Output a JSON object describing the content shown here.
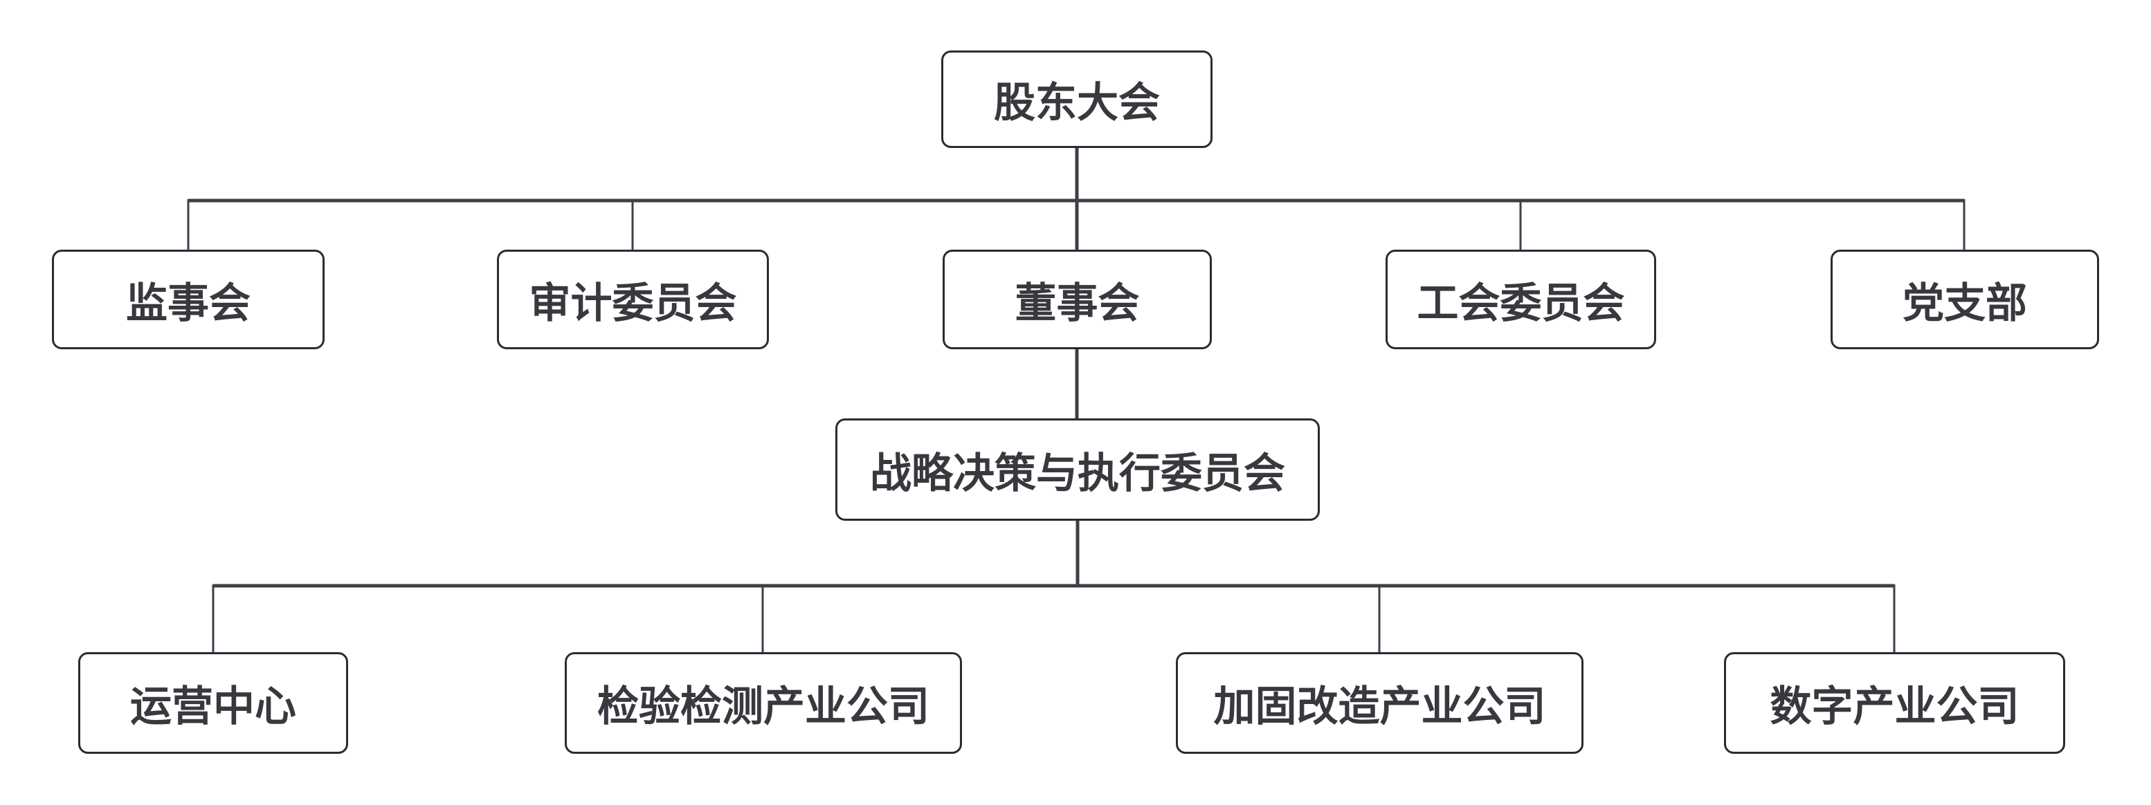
{
  "diagram": {
    "type": "organization-chart",
    "nodes": {
      "shareholders_meeting": {
        "label": "股东大会",
        "level": 1
      },
      "supervisory_board": {
        "label": "监事会",
        "level": 2
      },
      "audit_committee": {
        "label": "审计委员会",
        "level": 2
      },
      "board_of_directors": {
        "label": "董事会",
        "level": 2
      },
      "union_committee": {
        "label": "工会委员会",
        "level": 2
      },
      "party_branch": {
        "label": "党支部",
        "level": 2
      },
      "strategy_committee": {
        "label": "战略决策与执行委员会",
        "level": 3
      },
      "operations_center": {
        "label": "运营中心",
        "level": 4
      },
      "inspection_company": {
        "label": "检验检测产业公司",
        "level": 4
      },
      "reinforcement_company": {
        "label": "加固改造产业公司",
        "level": 4
      },
      "digital_company": {
        "label": "数字产业公司",
        "level": 4
      }
    },
    "edges": [
      {
        "from": "股东大会",
        "to": "监事会"
      },
      {
        "from": "股东大会",
        "to": "审计委员会"
      },
      {
        "from": "股东大会",
        "to": "董事会"
      },
      {
        "from": "股东大会",
        "to": "工会委员会"
      },
      {
        "from": "股东大会",
        "to": "党支部"
      },
      {
        "from": "董事会",
        "to": "战略决策与执行委员会"
      },
      {
        "from": "战略决策与执行委员会",
        "to": "运营中心"
      },
      {
        "from": "战略决策与执行委员会",
        "to": "检验检测产业公司"
      },
      {
        "from": "战略决策与执行委员会",
        "to": "加固改造产业公司"
      },
      {
        "from": "战略决策与执行委员会",
        "to": "数字产业公司"
      }
    ],
    "colors": {
      "background": "#ffffff",
      "node_fill": "#ffffff",
      "node_border": "#272c35",
      "connector": "#3c4147",
      "text": "#37393e"
    }
  }
}
